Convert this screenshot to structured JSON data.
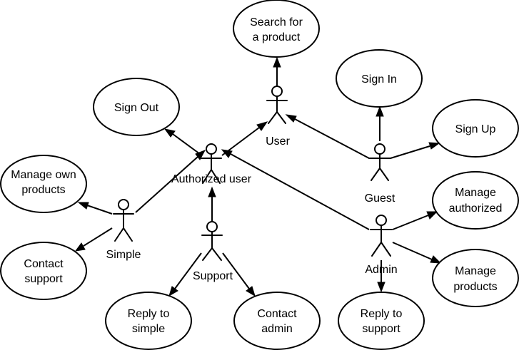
{
  "colors": {
    "background": "#ffffff",
    "stroke": "#000000",
    "text": "#000000"
  },
  "use_cases": {
    "search": [
      "Search for",
      "a product"
    ],
    "sign_in": [
      "Sign In"
    ],
    "sign_out": [
      "Sign Out"
    ],
    "sign_up": [
      "Sign Up"
    ],
    "manage_own_products": [
      "Manage own",
      "products"
    ],
    "manage_authorized": [
      "Manage",
      "authorized"
    ],
    "contact_support": [
      "Contact",
      "support"
    ],
    "manage_products": [
      "Manage",
      "products"
    ],
    "reply_to_simple": [
      "Reply to",
      "simple"
    ],
    "contact_admin": [
      "Contact",
      "admin"
    ],
    "reply_to_support": [
      "Reply to",
      "support"
    ]
  },
  "actors": {
    "user": "User",
    "guest": "Guest",
    "authorized_user": "Authorized user",
    "simple": "Simple",
    "support": "Support",
    "admin": "Admin"
  }
}
